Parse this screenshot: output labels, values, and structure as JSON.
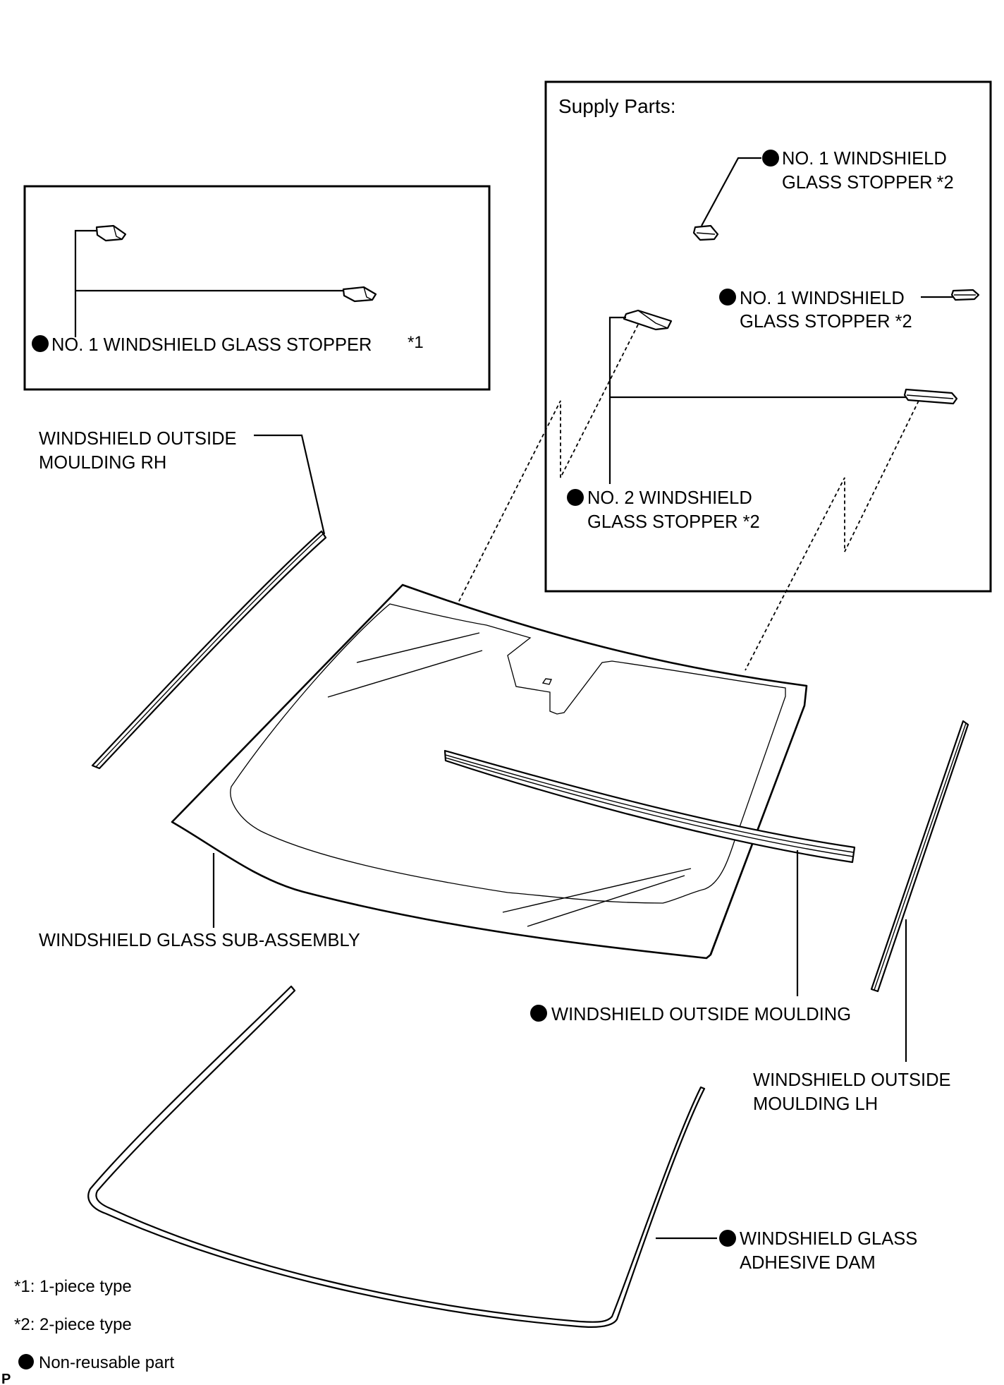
{
  "legend_box_1": {
    "part": "NO. 1 WINDSHIELD GLASS STOPPER",
    "note": "*1"
  },
  "supply_box": {
    "title": "Supply Parts:",
    "stopper_no1_top": {
      "line1": "NO. 1 WINDSHIELD",
      "line2": "GLASS STOPPER",
      "note": "*2"
    },
    "stopper_no1_mid": {
      "line1": "NO. 1 WINDSHIELD",
      "line2": "GLASS STOPPER *2"
    },
    "stopper_no2": {
      "line1": "NO. 2 WINDSHIELD",
      "line2": "GLASS STOPPER *2"
    }
  },
  "labels": {
    "moulding_rh": {
      "line1": "WINDSHIELD OUTSIDE",
      "line2": "MOULDING RH"
    },
    "glass_sub_assembly": "WINDSHIELD GLASS SUB-ASSEMBLY",
    "outside_moulding": "WINDSHIELD OUTSIDE MOULDING",
    "moulding_lh": {
      "line1": "WINDSHIELD OUTSIDE",
      "line2": "MOULDING LH"
    },
    "adhesive_dam": {
      "line1": "WINDSHIELD GLASS",
      "line2": "ADHESIVE DAM"
    }
  },
  "footnotes": {
    "note1": "*1: 1-piece type",
    "note2": "*2: 2-piece type",
    "non_reusable": "Non-reusable part"
  },
  "figure_code": "P",
  "colors": {
    "ink": "#000000",
    "background": "#ffffff"
  },
  "icons": {
    "non_reusable_marker": "filled-circle"
  }
}
